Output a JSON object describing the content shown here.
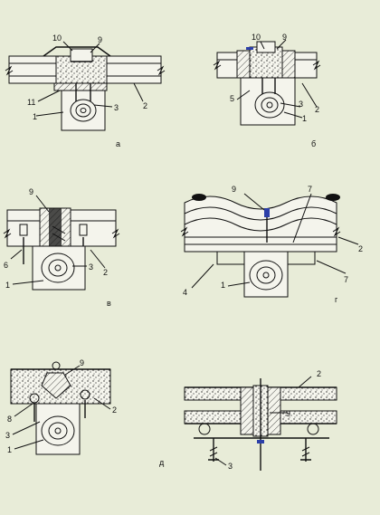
{
  "figures": {
    "a": {
      "caption": "а",
      "labels": [
        "10",
        "9",
        "2",
        "3",
        "1",
        "11"
      ]
    },
    "b": {
      "caption": "б",
      "labels": [
        "10",
        "9",
        "2",
        "3",
        "1",
        "5"
      ]
    },
    "v": {
      "caption": "в",
      "labels": [
        "9",
        "6",
        "3",
        "2",
        "1"
      ]
    },
    "g": {
      "caption": "г",
      "labels": [
        "9",
        "7",
        "2",
        "7",
        "4",
        "1"
      ]
    },
    "d1": {
      "caption": "",
      "labels": [
        "9",
        "2",
        "8",
        "3",
        "1"
      ]
    },
    "d2": {
      "caption": "д",
      "labels": [
        "2",
        "9",
        "3"
      ]
    }
  },
  "colors": {
    "background": "#e8ecd8",
    "line": "#111111",
    "accent": "#2c3fa8"
  }
}
